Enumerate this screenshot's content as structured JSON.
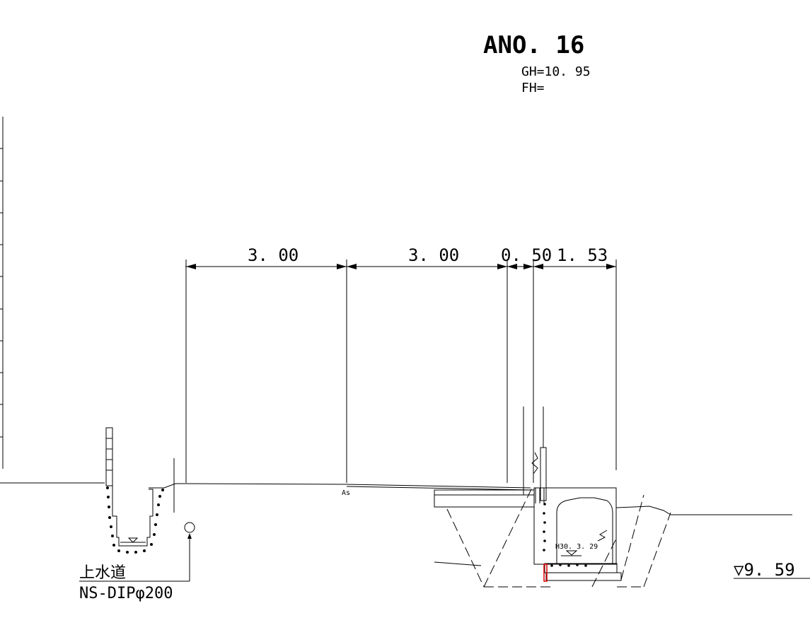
{
  "section": {
    "title": "ANO. 16",
    "ground_height": "GH=10. 95",
    "formation_height": "FH="
  },
  "dimensions": [
    "3. 00",
    "3. 00",
    "0. 50",
    "1. 53"
  ],
  "pavement_label": "As",
  "water_level": "▽9. 59",
  "culvert_date": "H30. 3. 29",
  "water_pipe": {
    "name": "上水道",
    "spec": "NS-DIPφ200"
  }
}
